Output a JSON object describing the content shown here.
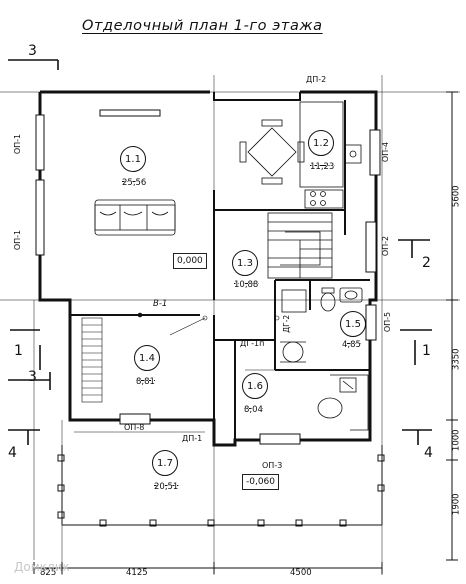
{
  "title": "Отделочный план 1-го этажа",
  "rooms": [
    {
      "id": "1.1",
      "area": "25,56"
    },
    {
      "id": "1.2",
      "area": "11,23"
    },
    {
      "id": "1.3",
      "area": "10,88"
    },
    {
      "id": "1.4",
      "area": "8,81"
    },
    {
      "id": "1.5",
      "area": "4,85"
    },
    {
      "id": "1.6",
      "area": "8,04"
    },
    {
      "id": "1.7",
      "area": "20,51"
    }
  ],
  "levels": {
    "main": "0,000",
    "porch": "-0,060"
  },
  "openings": {
    "op1_top": "ОП-1",
    "op1_bottom": "ОП-1",
    "op2": "ОП-2",
    "op3": "ОП-3",
    "op4": "ОП-4",
    "op5": "ОП-5",
    "op8": "ОП-8",
    "dp1": "ДП-1",
    "dp2": "ДП-2",
    "dg1": "ДГ-1п",
    "dg2": "ДГ-2",
    "v1": "В-1"
  },
  "sections": {
    "s3_top": "3",
    "s3_bottom": "3",
    "s1_left": "1",
    "s1_right": "1",
    "s2": "2",
    "s4_left": "4",
    "s4_right": "4"
  },
  "dims_bottom": [
    "825",
    "4125",
    "4500"
  ],
  "dims_right": [
    "5600",
    "3350",
    "1000",
    "1900"
  ],
  "watermark": "Домклик"
}
